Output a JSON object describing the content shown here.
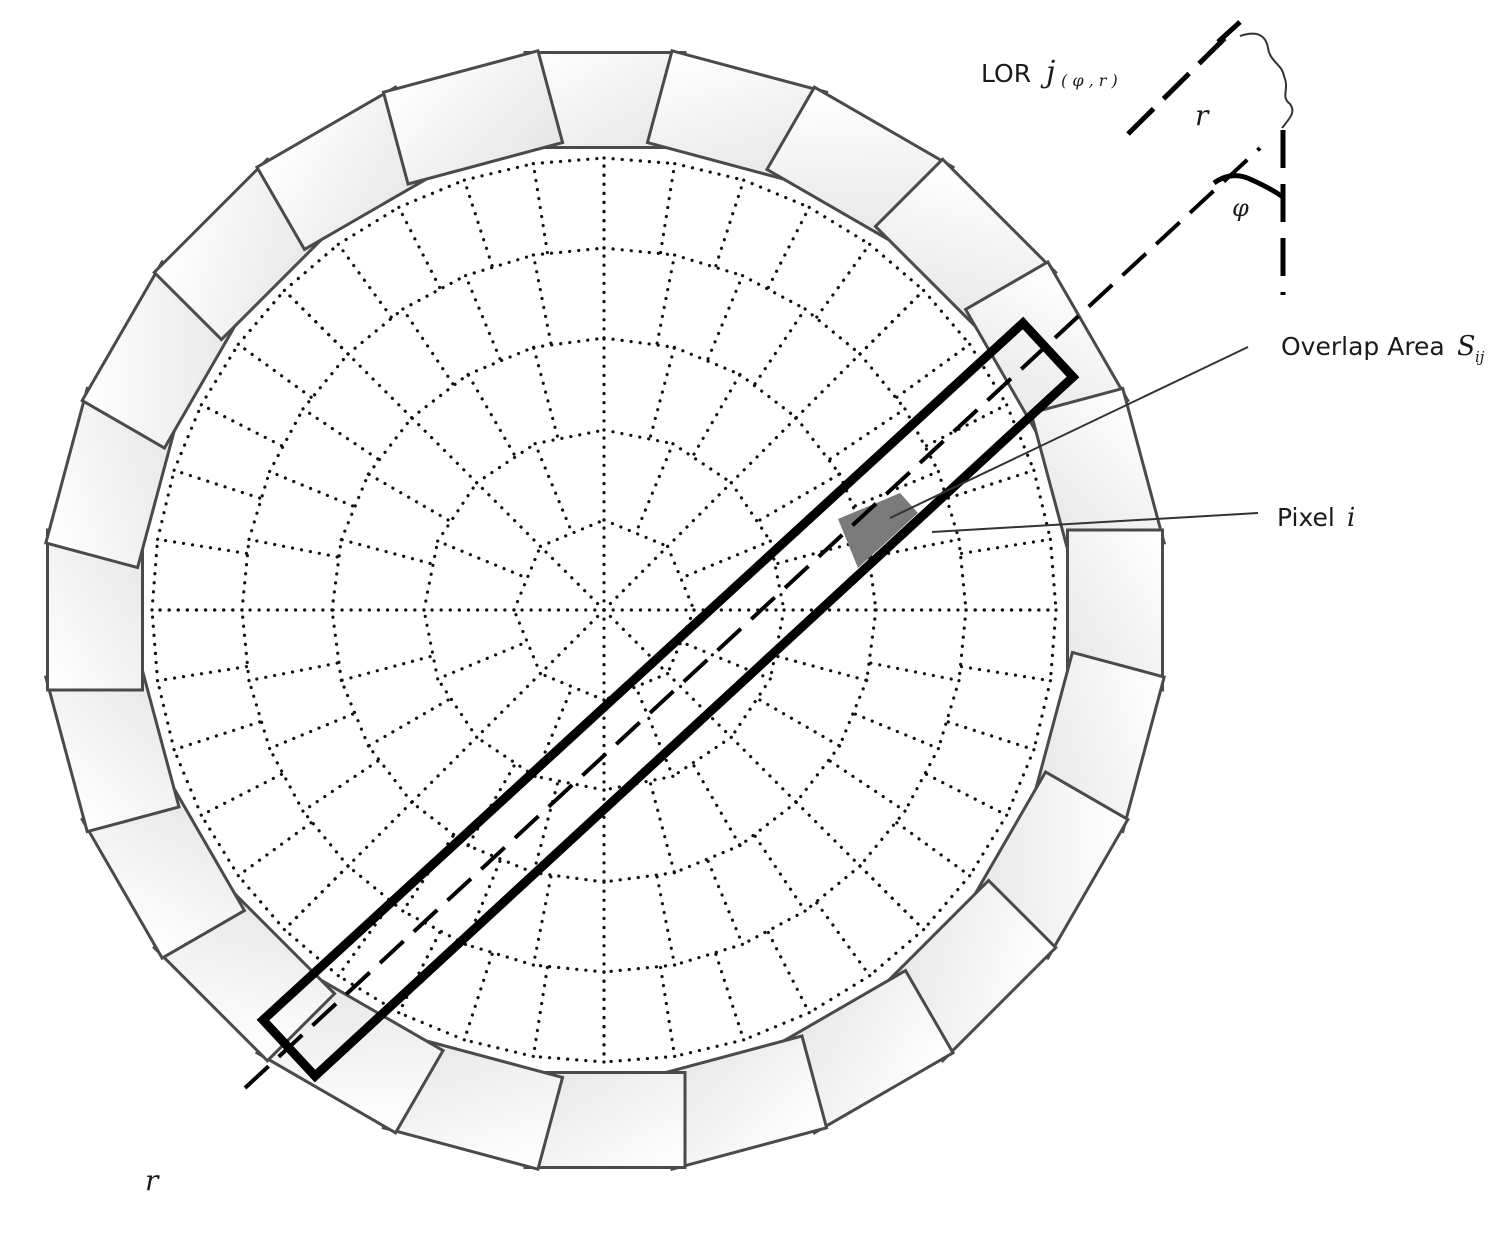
{
  "labels": {
    "lor_prefix": "LOR",
    "lor_symbol": "j",
    "lor_subscript": "( φ , r )",
    "r_top": "r",
    "phi": "φ",
    "overlap_text": "Overlap Area",
    "overlap_symbol": "S",
    "overlap_subscript": "ij",
    "pixel_text": "Pixel",
    "pixel_symbol": "i",
    "r_bottom": "r"
  },
  "colors": {
    "detector_stroke": "#4a4a4a",
    "detector_fill_light": "#ffffff",
    "detector_fill_dark": "#e6e6e6",
    "grid_dots": "#111111",
    "tube": "#000000",
    "pixel_fill": "#7a7a7a"
  }
}
